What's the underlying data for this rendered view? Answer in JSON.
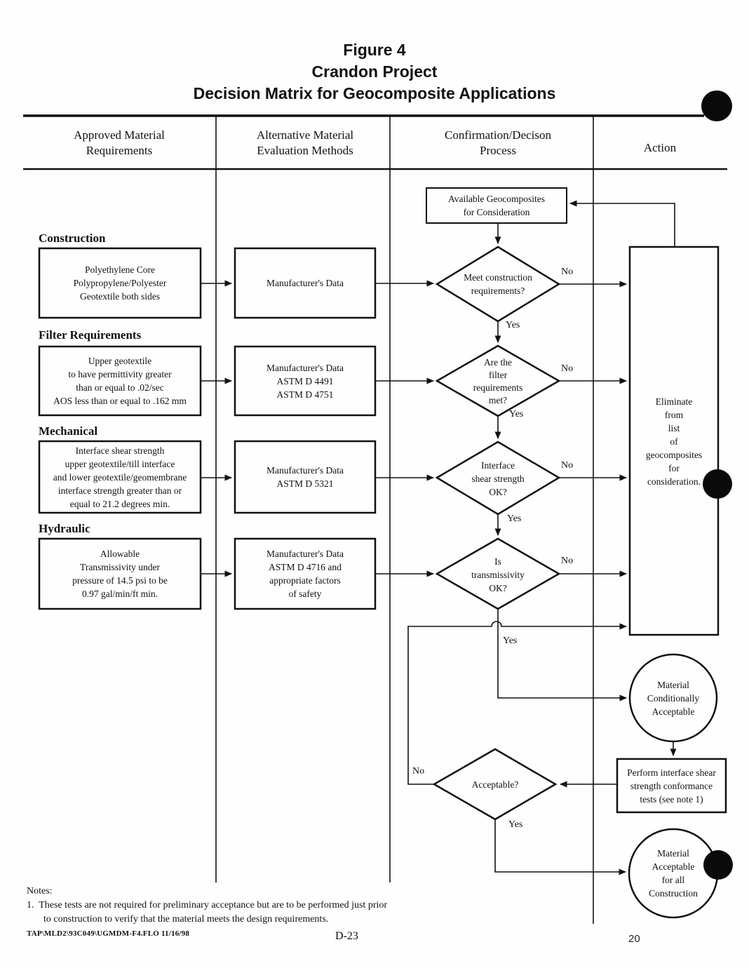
{
  "page": {
    "title": "Figure 4\nCrandon Project\nDecision Matrix for Geocomposite Applications",
    "page_label": "D-23",
    "page_number": "20"
  },
  "header": {
    "col1": "Approved Material\nRequirements",
    "col2": "Alternative Material\nEvaluation Methods",
    "col3": "Confirmation/Decison\nProcess",
    "col4": "Action"
  },
  "requirements": {
    "construction_label": "Construction",
    "construction": "Polyethylene Core\nPolypropylene/Polyester\nGeotextile both sides",
    "filter_label": "Filter Requirements",
    "filter": "Upper geotextile\nto have permittivity greater\nthan or equal to .02/sec\nAOS less than or equal to .162 mm",
    "mechanical_label": "Mechanical",
    "mechanical": "Interface shear strength\nupper geotextile/till interface\nand lower geotextile/geomembrane\ninterface strength greater than or\nequal to 21.2 degrees min.",
    "hydraulic_label": "Hydraulic",
    "hydraulic": "Allowable\nTransmissivity under\npressure of 14.5 psi to be\n0.97 gal/min/ft min."
  },
  "evaluation": {
    "construction": "Manufacturer's Data",
    "filter": "Manufacturer's Data\nASTM D 4491\nASTM D 4751",
    "mechanical": "Manufacturer's Data\nASTM D 5321",
    "hydraulic": "Manufacturer's Data\nASTM D 4716 and\nappropriate factors\nof safety"
  },
  "process": {
    "start": "Available Geocomposites\nfor Consideration",
    "d_construction": "Meet construction\nrequirements?",
    "d_filter": "Are the\nfilter\nrequirements\nmet?",
    "d_shear": "Interface\nshear strength\nOK?",
    "d_transmissivity": "Is\ntransmissivity\nOK?",
    "d_acceptable": "Acceptable?",
    "yes": "Yes",
    "no": "No"
  },
  "action": {
    "eliminate": "Eliminate\nfrom\nlist\nof\ngeocomposites\nfor\nconsideration.",
    "conditional": "Material\nConditionally\nAcceptable",
    "perform": "Perform interface shear\nstrength conformance\ntests (see note 1)",
    "acceptable_all": "Material\nAcceptable\nfor all\nConstruction"
  },
  "notes": {
    "label": "Notes:",
    "note1": "1.  These tests are not required for preliminary acceptance but are to be performed just prior",
    "note1_cont": "to construction to verify that the material meets the design requirements.",
    "file_ref": "TAP\\MLD2\\93C049\\UGMDM-F4.FLO 11/16/98"
  }
}
